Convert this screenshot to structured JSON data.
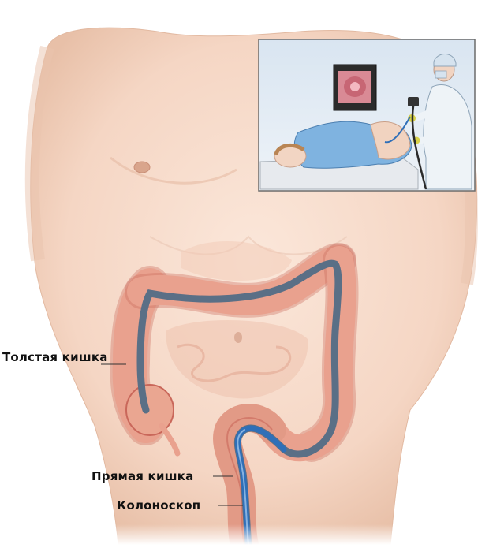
{
  "labels": {
    "colon": "Толстая кишка",
    "rectum": "Прямая кишка",
    "colonoscope": "Колоноскоп"
  },
  "colors": {
    "skin": "#f7dccb",
    "skin_shadow": "#e9bfa6",
    "colon": "#e9a18e",
    "colon_dark": "#c9675a",
    "scope": "#5a6f86",
    "scope_blue": "#2f6fb8",
    "inset_wall": "#c8d8ea",
    "monitor_screen": "#d98a95",
    "gown": "#7fb3e0"
  }
}
